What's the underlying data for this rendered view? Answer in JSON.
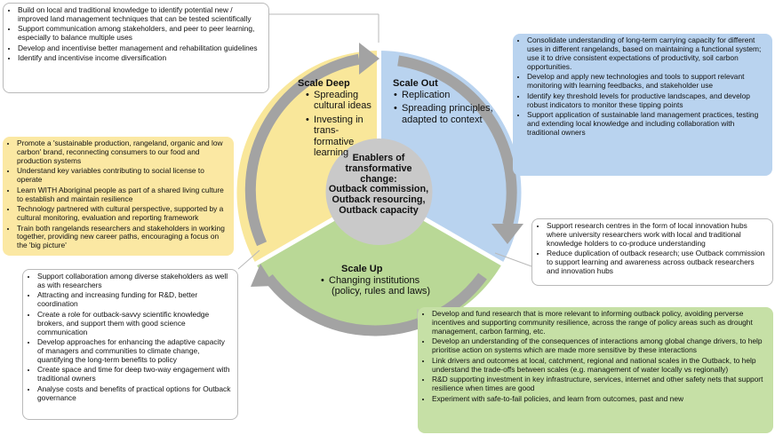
{
  "colors": {
    "scale_deep": "#f9e79a",
    "scale_out": "#b9d3ef",
    "scale_up": "#b9d896",
    "center": "#c9c9c9",
    "arrow": "#a3a3a3",
    "callout_border": "#b9b9b9"
  },
  "center": {
    "lines": [
      "Enablers of",
      "transformative",
      "change:",
      "Outback commission,",
      "Outback resourcing,",
      "Outback capacity"
    ]
  },
  "scale_deep": {
    "title": "Scale Deep",
    "bullets": [
      [
        "Spreading",
        "cultural ideas"
      ],
      [
        "Investing in trans-",
        "formative learning"
      ]
    ]
  },
  "scale_out": {
    "title": "Scale Out",
    "bullets": [
      [
        "Replication"
      ],
      [
        "Spreading principles,",
        "adapted to context"
      ]
    ]
  },
  "scale_up": {
    "title": "Scale Up",
    "bullets": [
      [
        "Changing institutions",
        "(policy, rules and laws)"
      ]
    ]
  },
  "boxes": {
    "top_left_white": [
      "Build on local and traditional knowledge to identify potential new / improved land management techniques that can be tested scientifically",
      "Support communication among stakeholders, and peer to peer learning, especially to balance multiple uses",
      "Develop and incentivise better management and rehabilitation guidelines",
      "Identify and incentivise income diversification"
    ],
    "left_yellow": [
      "Promote a 'sustainable production, rangeland, organic and low carbon' brand, reconnecting consumers to our food and production systems",
      "Understand key variables contributing to social license to operate",
      "Learn WITH Aboriginal people as part of a shared living culture to establish and maintain resilience",
      "Technology partnered with cultural perspective, supported by a cultural monitoring, evaluation and reporting framework",
      "Train both rangelands researchers and stakeholders in working together, providing new career paths, encouraging a focus on the 'big picture'"
    ],
    "right_blue": [
      "Consolidate understanding of long-term carrying capacity for different uses in different rangelands, based on maintaining a functional system; use it to drive consistent expectations of productivity, soil carbon opportunities.",
      "Develop and apply new technologies and tools to support relevant monitoring with learning feedbacks, and stakeholder use",
      "Identify key threshold levels for productive landscapes, and develop robust indicators to monitor these tipping points",
      "Support application of sustainable land management practices, testing and extending local knowledge and including collaboration with traditional owners"
    ],
    "right_white": [
      "Support research centres in the form of local innovation hubs where university researchers work with local and traditional knowledge holders to co-produce understanding",
      "Reduce duplication of outback research; use Outback commission to support learning and awareness across outback researchers and innovation hubs"
    ],
    "bottom_left_white": [
      "Support collaboration among diverse stakeholders as well as with researchers",
      "Attracting and increasing funding for R&D, better coordination",
      "Create a role for outback-savvy scientific knowledge brokers, and support them with good science communication",
      "Develop approaches for enhancing the adaptive capacity of managers and communities to climate change, quantifying the long-term benefits to policy",
      "Create space and time for deep two-way engagement with traditional owners",
      "Analyse costs and benefits of practical options for Outback governance"
    ],
    "bottom_right_green": [
      "Develop and fund research that is more relevant to informing outback policy, avoiding perverse incentives and supporting community resilience, across the range of policy areas such as drought management, carbon farming, etc.",
      "Develop an understanding of the consequences of interactions among global change drivers, to help prioritise action on systems which are made more sensitive by these interactions",
      "Link drivers and outcomes at local, catchment, regional and national scales in the Outback, to help understand the trade-offs between scales (e.g. management of water locally vs regionally)",
      "R&D supporting investment in key infrastructure, services, internet and other safety nets that support resilience when times are good",
      "Experiment with safe-to-fail policies, and learn from outcomes, past and new"
    ]
  }
}
